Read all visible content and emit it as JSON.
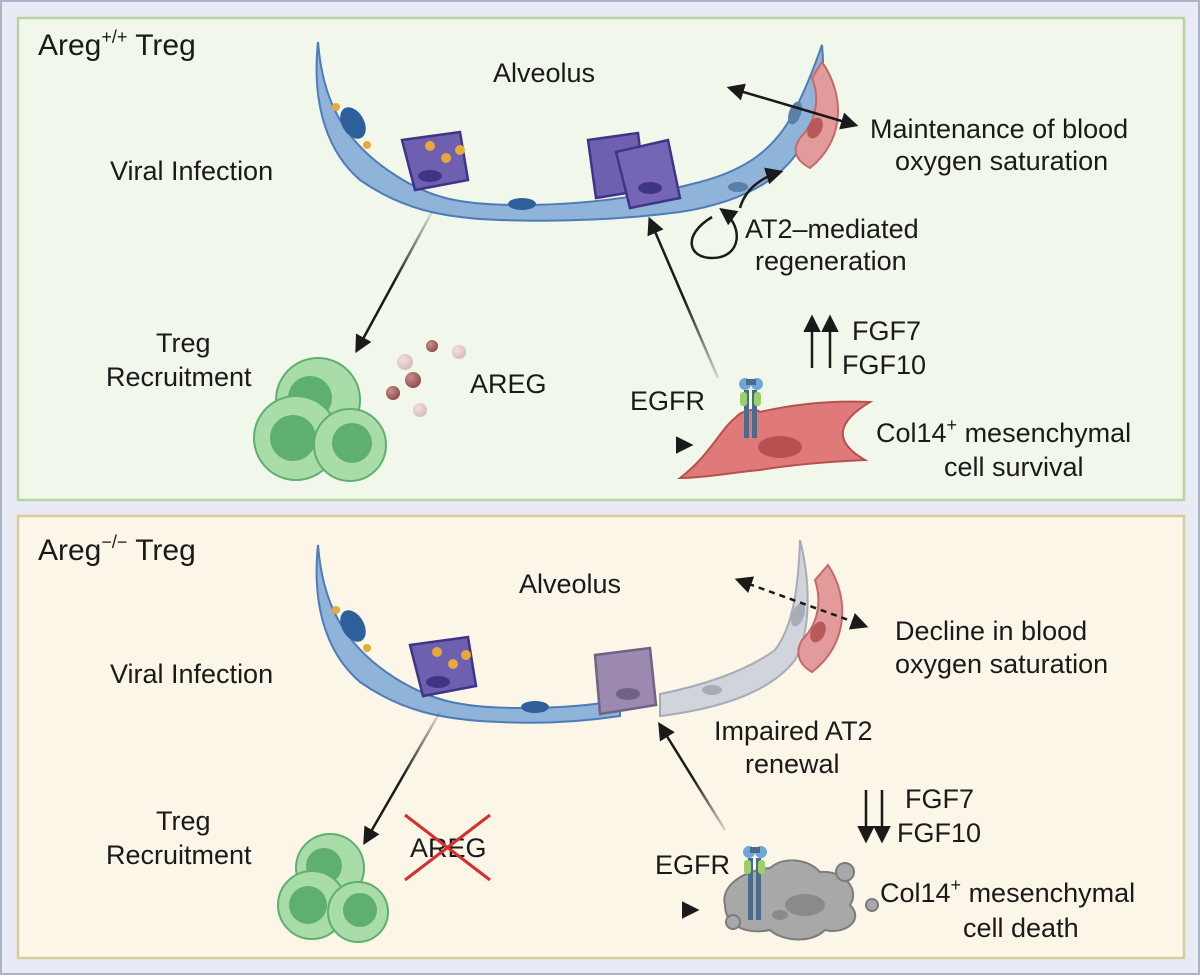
{
  "colors": {
    "outer_border": "#aab2c8",
    "top_panel_bg": "#f1f7ea",
    "top_panel_border": "#b9d4a3",
    "bottom_panel_bg": "#fbf6e7",
    "bottom_panel_border": "#d8cc9e",
    "epithelium": "#8fb3d9",
    "epithelium_dark": "#2f5f9a",
    "at2_cell": "#6f5fb0",
    "at2_dark": "#3f3585",
    "virus": "#e8a93a",
    "endothelium": "#e39a9a",
    "mesenchymal": "#e07a7a",
    "treg": "#8fcf8f",
    "treg_dark": "#4fa36a",
    "grey_cell": "#a8a8a8",
    "inactive": "#d2d4dc",
    "cross": "#d62f2f"
  },
  "top_panel": {
    "title_base": "Areg",
    "title_sup": "+/+",
    "title_suffix": " Treg",
    "alveolus": "Alveolus",
    "viral_infection": "Viral Infection",
    "treg_line1": "Treg",
    "treg_line2": "Recruitment",
    "areg": "AREG",
    "egfr": "EGFR",
    "maintenance_line1": "Maintenance of blood",
    "maintenance_line2": "oxygen saturation",
    "at2_line1": "AT2–mediated",
    "at2_line2": "regeneration",
    "fgf7": "FGF7",
    "fgf10": "FGF10",
    "col14_base": "Col14",
    "col14_sup": "+",
    "col14_rest": " mesenchymal",
    "col14_line2": "cell survival"
  },
  "bottom_panel": {
    "title_base": "Areg",
    "title_sup": "−/−",
    "title_suffix": " Treg",
    "alveolus": "Alveolus",
    "viral_infection": "Viral Infection",
    "treg_line1": "Treg",
    "treg_line2": "Recruitment",
    "areg": "AREG",
    "egfr": "EGFR",
    "decline_line1": "Decline in blood",
    "decline_line2": "oxygen saturation",
    "impaired_line1": "Impaired AT2",
    "impaired_line2": "renewal",
    "fgf7": "FGF7",
    "fgf10": "FGF10",
    "col14_base": "Col14",
    "col14_sup": "+",
    "col14_rest": " mesenchymal",
    "col14_line2": "cell death"
  }
}
